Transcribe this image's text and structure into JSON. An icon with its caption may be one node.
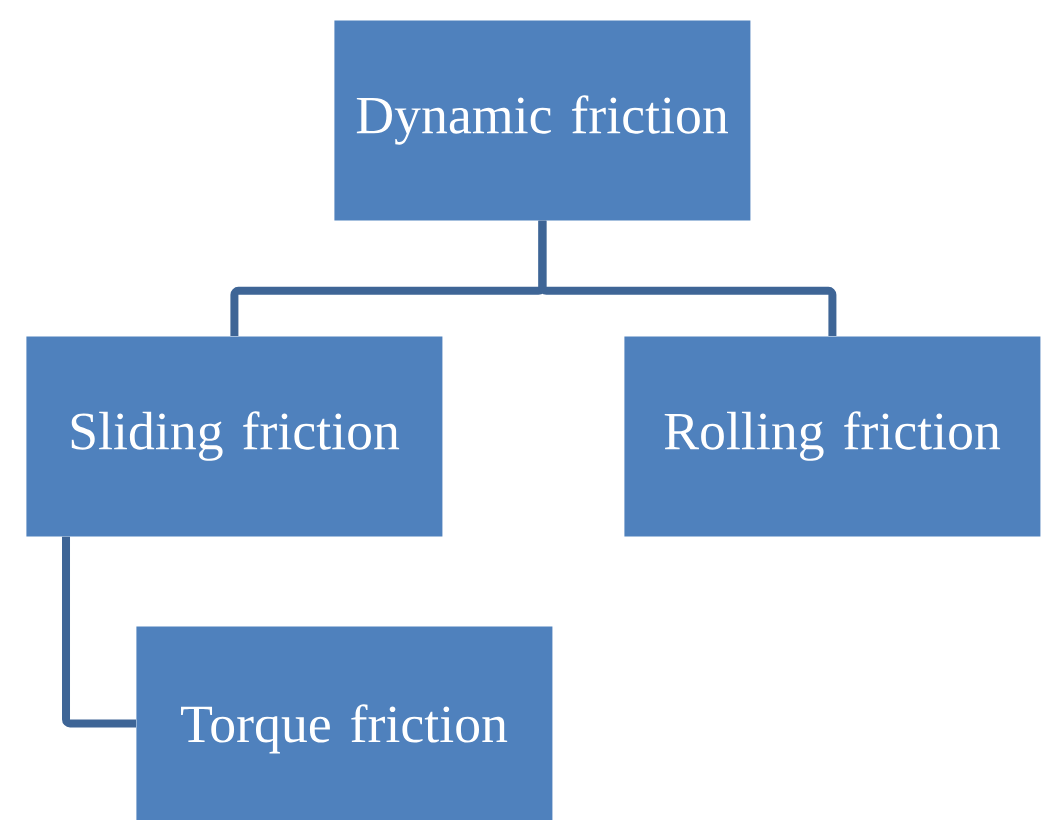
{
  "diagram": {
    "nodes": [
      {
        "text": [
          "Dynamic friction"
        ]
      },
      {
        "text": [
          "Sliding friction"
        ]
      },
      {
        "text": [
          "Rolling friction"
        ]
      },
      {
        "text": [
          "Torque friction"
        ]
      }
    ],
    "edges": [
      {
        "from": 0,
        "to": 1,
        "arrow": "none"
      },
      {
        "from": 0,
        "to": 2,
        "arrow": "none"
      },
      {
        "from": 1,
        "to": 3,
        "arrow": "none"
      }
    ]
  }
}
